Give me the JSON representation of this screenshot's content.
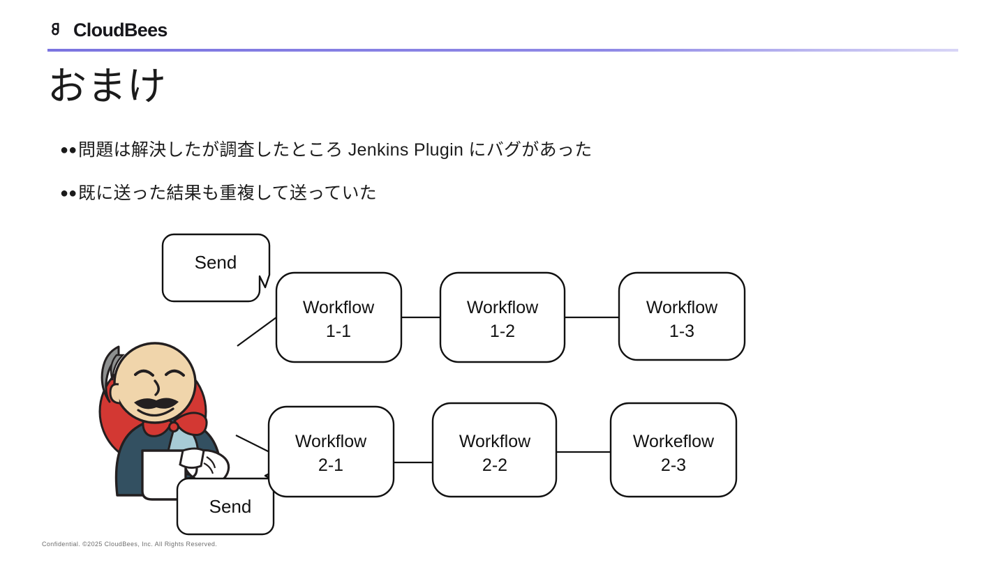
{
  "brand": {
    "logo_icon": "cloudbees-bee-icon",
    "name": "CloudBees",
    "rule_color": "#8b84e8"
  },
  "title": "おまけ",
  "bullets": [
    {
      "marker": "●",
      "text": "問題は解決したが調査したところ  Jenkins Plugin にバグがあった"
    },
    {
      "marker": "●",
      "text": "既に送った結果も重複して送っていた"
    }
  ],
  "diagram": {
    "mascot": {
      "icon": "jenkins-butler-icon",
      "name": "Jenkins Butler",
      "colors": {
        "circle": "#d33833",
        "suit": "#335061",
        "shirt": "#a7cbd6",
        "bowtie": "#d33833",
        "skin": "#f0d5ab",
        "hair": "#8e9090",
        "mug": "#ffffff"
      }
    },
    "bubbles": [
      {
        "id": "send-top",
        "label": "Send",
        "tail": "down-right"
      },
      {
        "id": "send-bottom",
        "label": "Send",
        "tail": "up-right"
      }
    ],
    "rows": [
      {
        "id": "row-1",
        "nodes": [
          {
            "line1": "Workflow",
            "line2": "1-1"
          },
          {
            "line1": "Workflow",
            "line2": "1-2"
          },
          {
            "line1": "Workflow",
            "line2": "1-3"
          }
        ]
      },
      {
        "id": "row-2",
        "nodes": [
          {
            "line1": "Workflow",
            "line2": "2-1"
          },
          {
            "line1": "Workflow",
            "line2": "2-2"
          },
          {
            "line1": "Workeflow",
            "line2": "2-3"
          }
        ]
      }
    ],
    "stroke_color": "#111111"
  },
  "footer": "Confidential. ©2025 CloudBees, Inc. All Rights Reserved."
}
